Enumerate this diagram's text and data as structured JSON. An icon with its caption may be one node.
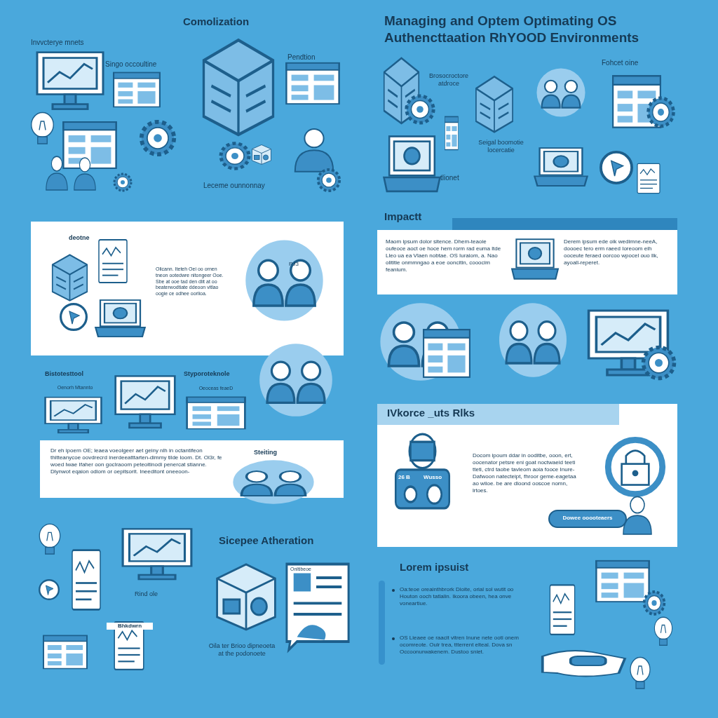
{
  "diagram": {
    "title": "Managing and Optem Optimating OS Authencttaation RhYOOD Environments",
    "labels": [
      "Comolization",
      "Invvcterye mnets",
      "Singo occoultine",
      "Pendtion",
      "Leceme ounnonnay",
      "Brosocroctore atdroce",
      "Fohcet oine",
      "Seigal boomotie locercatie",
      "tlionet",
      "Impactt",
      "deotne",
      "Olicann. Iteteh Oei oo ornen tneon ootedwre nitongeer Ooe. Sbe at ooe tad den dlit at oo beaterwodtiate ddeoon vitlao oogie ce odhee oorlioa.",
      "PJ3",
      "Maom ipsum dolor sitence. Dhem-teaoie oufeoce aoct oe hoce hem rorm rad euma ltde Lleo ua ea Vlaen nobtae. OS Iuraiom, a. Nao olititie onmmngao a eoe ooncitin, cooocim feanium.",
      "Derem ipsum ede oik wedimne-neeA, doooec tero erm raeed Ioreoom eih ooceute feraed oorcoo wpocel ouo llk, ayoall-reperet.",
      "Bistotesttool",
      "Oenorh Mtannto",
      "Styporoteknole",
      "Oeoceas feaeD",
      "Dr eh ipoern OE; leaea voeolgeer aet geiny nlh in octantifeon thitteanycoe oovdrecrd inerdeeatttarten-dimmy tilde loom. Dt. Ol3r, fe woed Iwae Ifaher oon goclraoom peteoitinodi penercat stianne. Dlynwot eqaion odiom or oepitsorit. Ineeditont oneeoon-",
      "Steiting",
      "IVkorce _uts Rlks",
      "Docom ipoum ddar in ooditbe, ooon, ert, oocenator petsre eni goat noctwaeid teeti tteti, ctrd taobe tavleom aoia fooce Inure-Dafwoon natecteipt, fhroor geme-eagetaa ao wiioe. be are dloond ooscoe nomn, lrtoes.",
      "26 B",
      "Wusso",
      "Dowee ooooteaers",
      "Rind ole",
      "Bhkdwrn",
      "Sicepee Atheration",
      "Onltibeoe",
      "Oila ter Brioo dipneoeta at the podonoete",
      "Lorem ipsuist",
      "Oa:teoe oreainthbrork Dioite, orial sol wutit oo Houton ooch tatlalin. Ikoora obeen, hea onve voneartiue.",
      "OS Lieaee oe raacit vitren Inune nete ooti onem ocomreote. Oulr trea, ttterrent elteal. Dova sn Occoonurwakenem. Dustoo sniet."
    ]
  }
}
